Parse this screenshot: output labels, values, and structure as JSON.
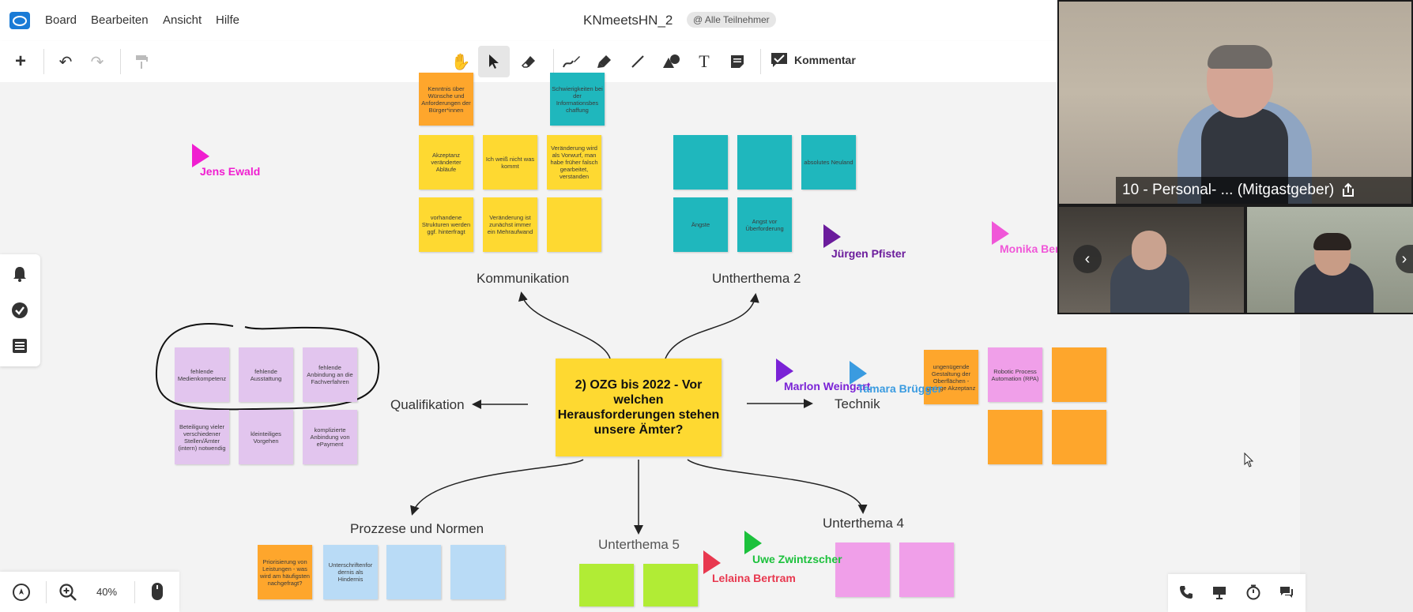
{
  "menubar": {
    "items": [
      "Board",
      "Bearbeiten",
      "Ansicht",
      "Hilfe"
    ],
    "board_title": "KNmeetsHN_2",
    "audience_badge": "@ Alle Teilnehmer"
  },
  "toolbar": {
    "comment_label": "Kommentar"
  },
  "central_topic": "2) OZG bis 2022 - Vor welchen Herausforderungen stehen unsere Ämter?",
  "topics": {
    "kommunikation": "Kommunikation",
    "unterthema2": "Untherthema 2",
    "qualifikation": "Qualifikation",
    "technik": "Technik",
    "prozesse": "Prozzese und Normen",
    "unterthema5": "Unterthema 5",
    "unterthema4": "Unterthema 4"
  },
  "notes": {
    "kenntnis": "Kenntnis über Wünsche und Anforderungen der Bürger*innen",
    "schwierigkeiten": "Schwierigkeiten bei der Informationsbes chaffung",
    "akzeptanz": "Akzeptanz veränderter Abläufe",
    "ichweiss": "Ich weiß nicht was kommt",
    "veraenderung_vorwurf": "Veränderung wird als Vorwurf, man habe früher falsch gearbeitet, verstanden",
    "strukturen": "vorhandene Strukturen werden ggf. hinterfragt",
    "mehraufwand": "Veränderung ist zunächst immer ein Mehraufwand",
    "neuland": "absolutes Neuland",
    "aengste": "Ängste",
    "ueberforderung": "Angst vor Überforderung",
    "medienkompetenz": "fehlende Medienkompetenz",
    "ausstattung": "fehlende Ausstattung",
    "anbindung_fach": "fehlende Anbindung an die Fachverfahren",
    "beteiligung": "Beteiligung vieler verschiedener Stellen/Ämter (intern) notwendig",
    "kleinteilig": "kleinteiliges Vorgehen",
    "epayment": "komplizierte Anbindung von ePayment",
    "oberflaechen": "ungenügende Gestaltung der Oberflächen - geringe Akzeptanz",
    "rpa": "Robotic Process Automation (RPA)",
    "priorisierung": "Priorisierung von Leistungen - was wird am häufigsten nachgefragt?",
    "unterschrift": "Unterschriftenfor dernis als Hindernis"
  },
  "cursors": {
    "jens": "Jens Ewald",
    "juergen": "Jürgen Pfister",
    "monika": "Monika Ber",
    "marlon": "Marlon Weingart",
    "tamara": "Tamara Brügger",
    "uwe": "Uwe Zwintzscher",
    "lelaina": "Lelaina Bertram"
  },
  "cursor_colors": {
    "jens": "#f01ed0",
    "juergen": "#6b1c9c",
    "monika": "#f057d8",
    "marlon": "#7a22d6",
    "tamara": "#3a9be0",
    "uwe": "#1cc13c",
    "lelaina": "#e8384f"
  },
  "zoom": "40%",
  "video": {
    "main_label": "10 - Personal- ... (Mitgastgeber)"
  }
}
